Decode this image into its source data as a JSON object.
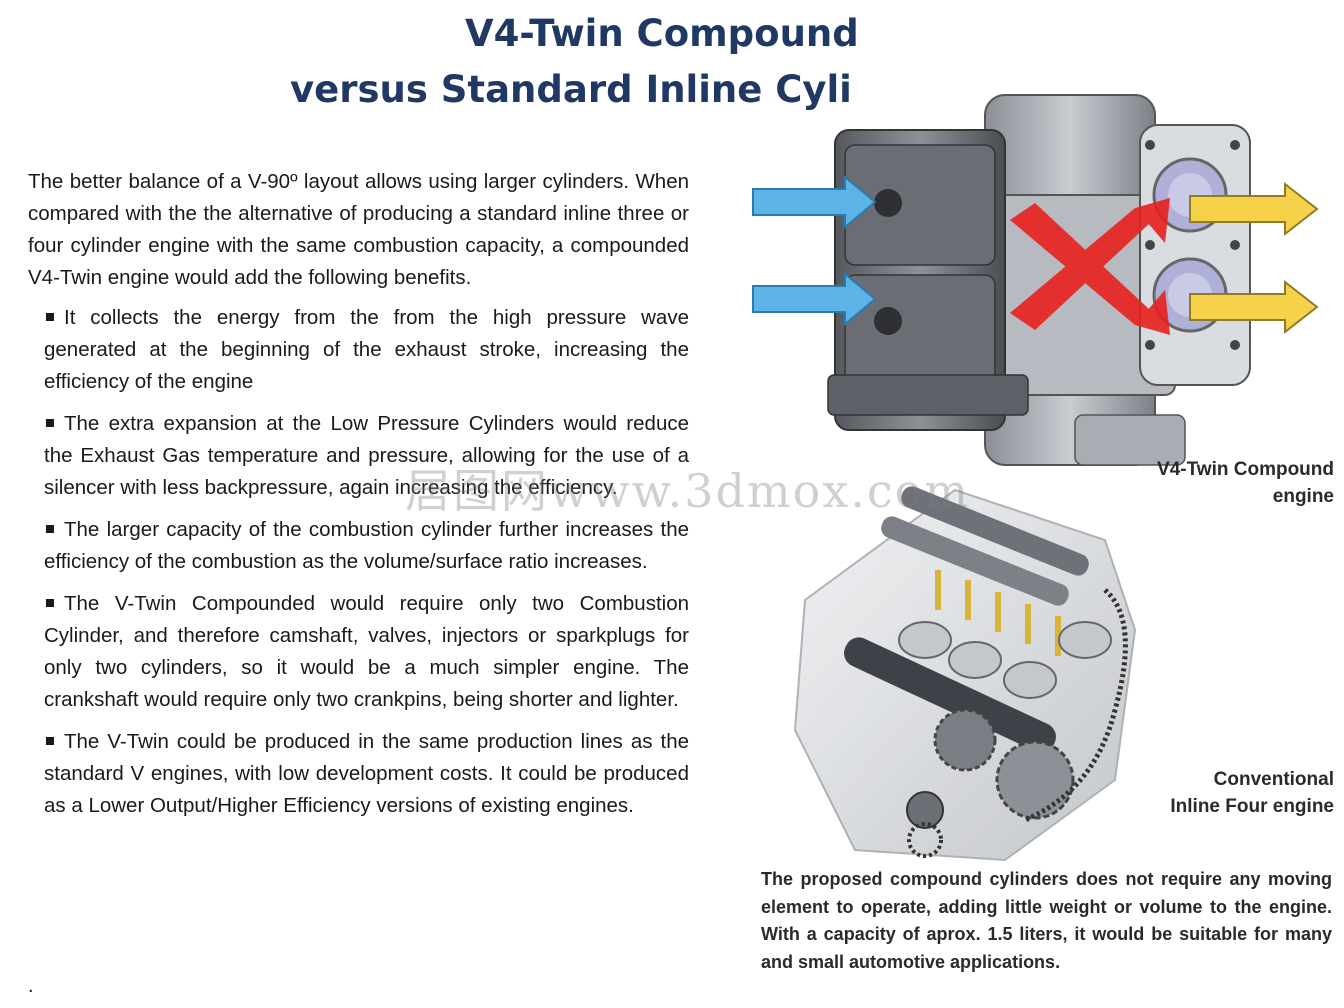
{
  "title": {
    "line1": "V4-Twin Compound",
    "line2": "versus Standard Inline Cyli"
  },
  "intro": "The better balance of a V-90º layout allows using larger cylinders. When compared with the the alternative of producing a standard inline three or four cylinder engine with the same combustion capacity, a compounded V4-Twin engine would add the following benefits.",
  "bullets": [
    "It collects the energy from the from the high pressure wave generated at the beginning of the exhaust stroke, increasing the efficiency of the engine",
    "The extra expansion at the Low Pressure Cylinders would reduce the Exhaust Gas temperature and pressure, allowing for  the use of a silencer with less backpressure, again increasing the efficiency.",
    "The larger capacity of the combustion cylinder further increases the efficiency of the combustion as the volume/surface ratio increases.",
    "The V-Twin Compounded would require only two Combustion Cylinder, and therefore camshaft, valves, injectors or sparkplugs for only two cylinders, so it would be a much simpler engine. The crankshaft would require only two crankpins, being shorter and lighter.",
    "The V-Twin could be produced in the same production lines as the standard V engines, with low development costs.  It could be produced as a Lower Output/Higher Efficiency versions of existing engines."
  ],
  "trailing_dot": ".",
  "captions": {
    "v4_line1": "V4-Twin Compound",
    "v4_line2": "engine",
    "inline_line1": "Conventional",
    "inline_line2": "Inline Four engine"
  },
  "bottom_note": "The proposed compound cylinders does not require any moving  element to operate, adding little weight or volume to the engine. With a capacity of aprox. 1.5 liters, it would be suitable for many and small automotive applications.",
  "watermark": "居图网www.3dmox.com",
  "colors": {
    "title": "#1f3864",
    "intake_arrow": "#5bb4e5",
    "exhaust_arrow": "#f5d24a",
    "crossover_arrow": "#e8201e"
  }
}
